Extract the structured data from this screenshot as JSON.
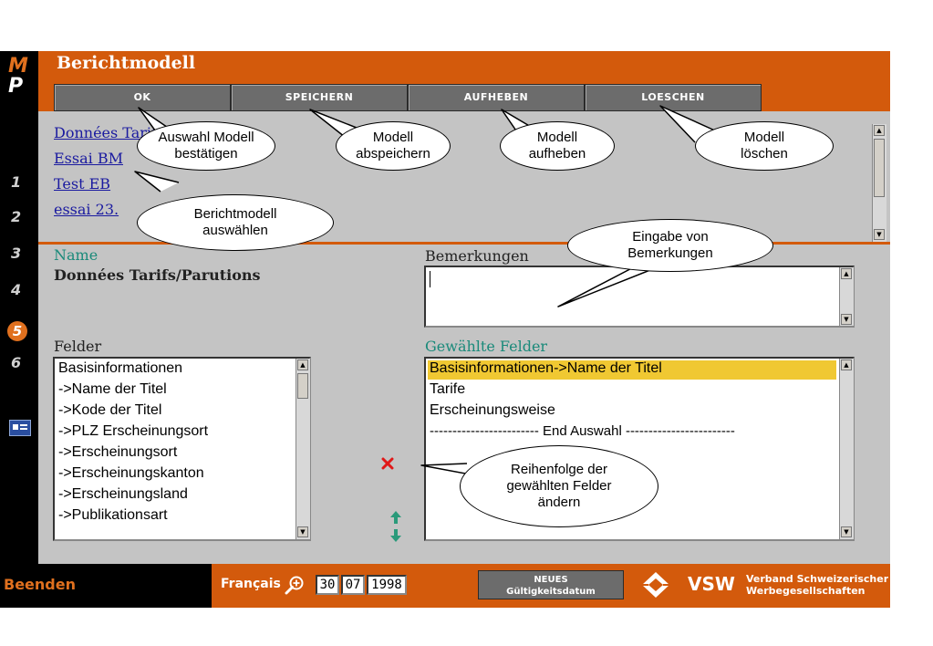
{
  "logo": {
    "line1": "M",
    "line2": "P"
  },
  "steps": [
    "1",
    "2",
    "3",
    "4",
    "5",
    "6"
  ],
  "header": {
    "title": "Berichtmodell"
  },
  "toolbar": {
    "ok": "OK",
    "speichern": "SPEICHERN",
    "aufheben": "AUFHEBEN",
    "loeschen": "LOESCHEN"
  },
  "models": [
    "Données Tarifs/Parutions",
    "Essai BM",
    "Test EB",
    "essai 23."
  ],
  "form": {
    "name_label": "Name",
    "name_value": "Données Tarifs/Parutions",
    "remarks_label": "Bemerkungen",
    "remarks_value": "",
    "fields_label": "Felder",
    "selected_label": "Gewählte Felder"
  },
  "fields": [
    "Basisinformationen",
    "->Name der Titel",
    "->Kode der Titel",
    "->PLZ Erscheinungsort",
    "->Erscheinungsort",
    "->Erscheinungskanton",
    "->Erscheinungsland",
    "->Publikationsart"
  ],
  "selected_fields": [
    "Basisinformationen->Name der Titel",
    "Tarife",
    "Erscheinungsweise",
    "------------------------ End Auswahl ------------------------"
  ],
  "footer": {
    "exit": "Beenden",
    "language": "Français",
    "day": "30",
    "month": "07",
    "year": "1998",
    "new_date_line1": "NEUES",
    "new_date_line2": "Gültigkeitsdatum",
    "brand": "VSW",
    "brand_line1": "Verband Schweizerischer",
    "brand_line2": "Werbegesellschaften"
  },
  "callouts": {
    "ok": "Auswahl Modell bestätigen",
    "save": "Modell abspeichern",
    "cancel": "Modell aufheben",
    "delete": "Modell löschen",
    "select": "Berichtmodell auswählen",
    "remarks": "Eingabe von Bemerkungen",
    "order": "Reihenfolge der gewählten Felder ändern"
  },
  "colors": {
    "orange": "#d35a0c",
    "accent": "#e0701e",
    "panel": "#c4c4c4",
    "highlight": "#f0c832",
    "teal_label": "#1a8a7a"
  }
}
